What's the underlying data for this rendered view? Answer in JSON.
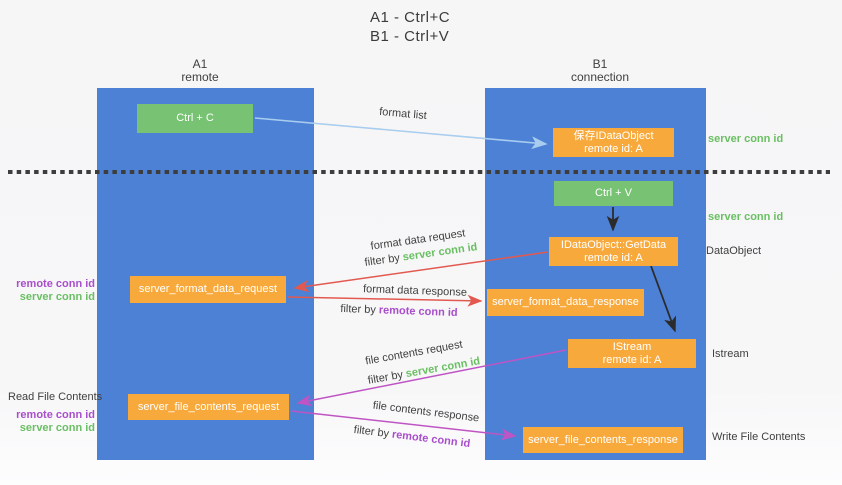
{
  "title": {
    "line1": "A1 - Ctrl+C",
    "line2": "B1 - Ctrl+V"
  },
  "columns": {
    "a": {
      "name": "A1",
      "role": "remote"
    },
    "b": {
      "name": "B1",
      "role": "connection"
    }
  },
  "nodes": {
    "ctrl_c": {
      "label": "Ctrl + C"
    },
    "save_idataobject": {
      "line1": "保存IDataObject",
      "line2": "remote id: A"
    },
    "ctrl_v": {
      "label": "Ctrl + V"
    },
    "getdata": {
      "line1": "IDataObject::GetData",
      "line2": "remote id: A"
    },
    "format_request": {
      "label": "server_format_data_request"
    },
    "format_response": {
      "label": "server_format_data_response"
    },
    "istream": {
      "line1": "IStream",
      "line2": "remote id: A"
    },
    "file_request": {
      "label": "server_file_contents_request"
    },
    "file_response": {
      "label": "server_file_contents_response"
    }
  },
  "flow_labels": {
    "format_list": "format list",
    "format_data_request": "format data request",
    "format_data_response": "format data response",
    "file_contents_request": "file contents request",
    "file_contents_response": "file contents response",
    "filter_by": "filter by",
    "server_conn_id": "server conn id",
    "remote_conn_id": "remote conn id"
  },
  "side_labels": {
    "server_conn_id_top": "server conn id",
    "server_conn_id_mid": "server conn id",
    "data_object": "DataObject",
    "istream": "Istream",
    "write_file_contents": "Write File Contents",
    "read_file_contents": "Read File Contents",
    "remote_conn_id": "remote conn id",
    "server_conn_id": "server conn id"
  },
  "colors": {
    "panel_blue": "#4d81d6",
    "node_green": "#77c373",
    "node_orange": "#f8a93c",
    "arrow_red": "#e2594f",
    "arrow_magenta": "#bf54c4",
    "arrow_light_blue": "#a8cdee",
    "arrow_black": "#2b2b2b",
    "divider_dark": "#3d3d3d",
    "text_green": "#6abf63",
    "text_purple": "#a94ecb",
    "text_dark": "#3f3f3f"
  }
}
